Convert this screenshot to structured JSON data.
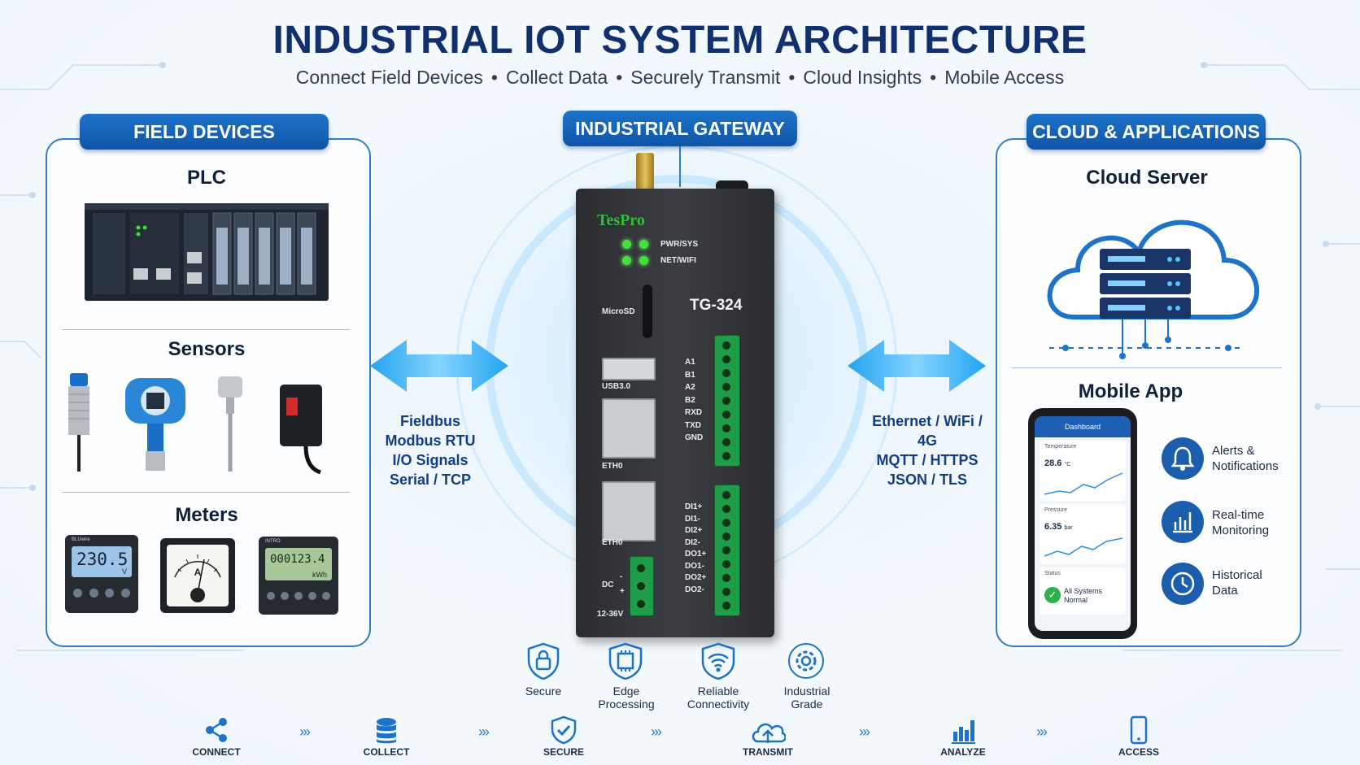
{
  "header": {
    "title": "INDUSTRIAL IOT SYSTEM ARCHITECTURE",
    "subtitle_items": [
      "Connect Field Devices",
      "Collect Data",
      "Securely Transmit",
      "Cloud Insights",
      "Mobile Access"
    ],
    "separator": "•"
  },
  "field_devices": {
    "header": "FIELD DEVICES",
    "plc": "PLC",
    "sensors": "Sensors",
    "meters": "Meters",
    "meter_readings": [
      "230.5",
      "000123.4"
    ],
    "meter_units": [
      "V",
      "kWh"
    ],
    "meter_brands": [
      "BLUwire",
      "INTRO"
    ],
    "ammeter_symbol": "A"
  },
  "left_link": {
    "protocols": [
      "Fieldbus",
      "Modbus RTU",
      "I/O Signals",
      "Serial / TCP"
    ]
  },
  "gateway": {
    "header": "INDUSTRIAL GATEWAY",
    "brand": "TesPro",
    "model": "TG-324",
    "leds": [
      "PWR/SYS",
      "NET/WIFI"
    ],
    "microsd": "MicroSD",
    "usb": "USB3.0",
    "eth_ports": [
      "ETH0",
      "ETH0"
    ],
    "rs_pins": [
      "A1",
      "B1",
      "A2",
      "B2",
      "RXD",
      "TXD",
      "GND"
    ],
    "io_pins": [
      "DI1+",
      "DI1-",
      "DI2+",
      "DI2-",
      "DO1+",
      "DO1-",
      "DO2+",
      "DO2-"
    ],
    "dc": "DC",
    "dc_minus": "-",
    "dc_plus": "+",
    "voltage": "12-36V"
  },
  "features": [
    {
      "label": [
        "Secure"
      ],
      "icon": "lock-icon"
    },
    {
      "label": [
        "Edge",
        "Processing"
      ],
      "icon": "chip-icon"
    },
    {
      "label": [
        "Reliable",
        "Connectivity"
      ],
      "icon": "wifi-icon"
    },
    {
      "label": [
        "Industrial",
        "Grade"
      ],
      "icon": "gear-icon"
    }
  ],
  "right_link": {
    "protocols": [
      "Ethernet / WiFi / 4G",
      "MQTT / HTTPS",
      "JSON / TLS"
    ]
  },
  "cloud": {
    "header": "CLOUD & APPLICATIONS",
    "server_title": "Cloud Server",
    "mobile_title": "Mobile App",
    "phone": {
      "screen_title": "Dashboard",
      "temp_label": "Temperature",
      "temp_value": "28.6",
      "temp_unit": "°C",
      "pressure_label": "Pressure",
      "pressure_value": "6.35",
      "pressure_unit": "bar",
      "status_label": "Status",
      "status_value": [
        "All Systems",
        "Normal"
      ]
    },
    "apps": [
      {
        "label": [
          "Alerts &",
          "Notifications"
        ],
        "icon": "bell-icon"
      },
      {
        "label": [
          "Real-time",
          "Monitoring"
        ],
        "icon": "bar-chart-icon"
      },
      {
        "label": [
          "Historical",
          "Data"
        ],
        "icon": "clock-icon"
      }
    ]
  },
  "flow": [
    {
      "label": "CONNECT",
      "icon": "share-nodes-icon"
    },
    {
      "label": "COLLECT",
      "icon": "database-icon"
    },
    {
      "label": "SECURE",
      "icon": "shield-check-icon"
    },
    {
      "label": "TRANSMIT",
      "icon": "cloud-upload-icon"
    },
    {
      "label": "ANALYZE",
      "icon": "analytics-icon"
    },
    {
      "label": "ACCESS",
      "icon": "smartphone-icon"
    }
  ],
  "flow_separator": "›››",
  "colors": {
    "title": "#12306e",
    "accent": "#1d73c9",
    "terminal_green": "#1e9c47",
    "led_green": "#3fe23a",
    "gateway_body": "#2f3135"
  }
}
